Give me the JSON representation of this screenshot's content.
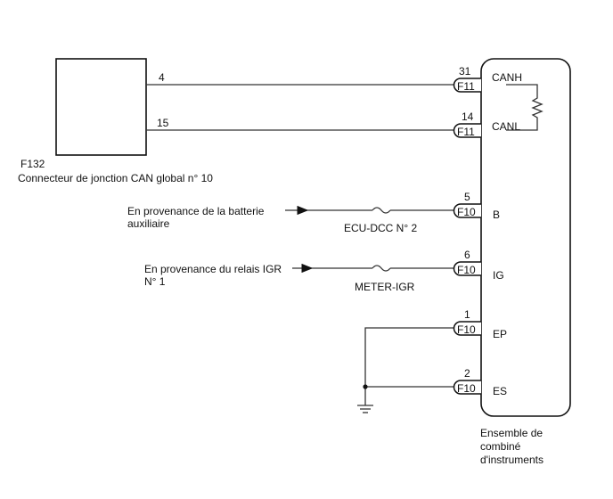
{
  "connector_f132": {
    "id": "F132",
    "description": "Connecteur de jonction CAN global n° 10",
    "pins": [
      "4",
      "15"
    ]
  },
  "meter": {
    "description_lines": [
      "Ensemble de",
      "combiné",
      "d'instruments"
    ],
    "connections": [
      {
        "pin": "31",
        "connector": "F11",
        "signal": "CANH"
      },
      {
        "pin": "14",
        "connector": "F11",
        "signal": "CANL"
      },
      {
        "pin": "5",
        "connector": "F10",
        "signal": "B"
      },
      {
        "pin": "6",
        "connector": "F10",
        "signal": "IG"
      },
      {
        "pin": "1",
        "connector": "F10",
        "signal": "EP"
      },
      {
        "pin": "2",
        "connector": "F10",
        "signal": "ES"
      }
    ]
  },
  "sources": {
    "battery_lines": [
      "En provenance de la batterie",
      "auxiliaire"
    ],
    "igr_lines": [
      "En provenance du relais IGR",
      "N° 1"
    ]
  },
  "fuses": {
    "dcc": "ECU-DCC N° 2",
    "meter_igr": "METER-IGR"
  }
}
